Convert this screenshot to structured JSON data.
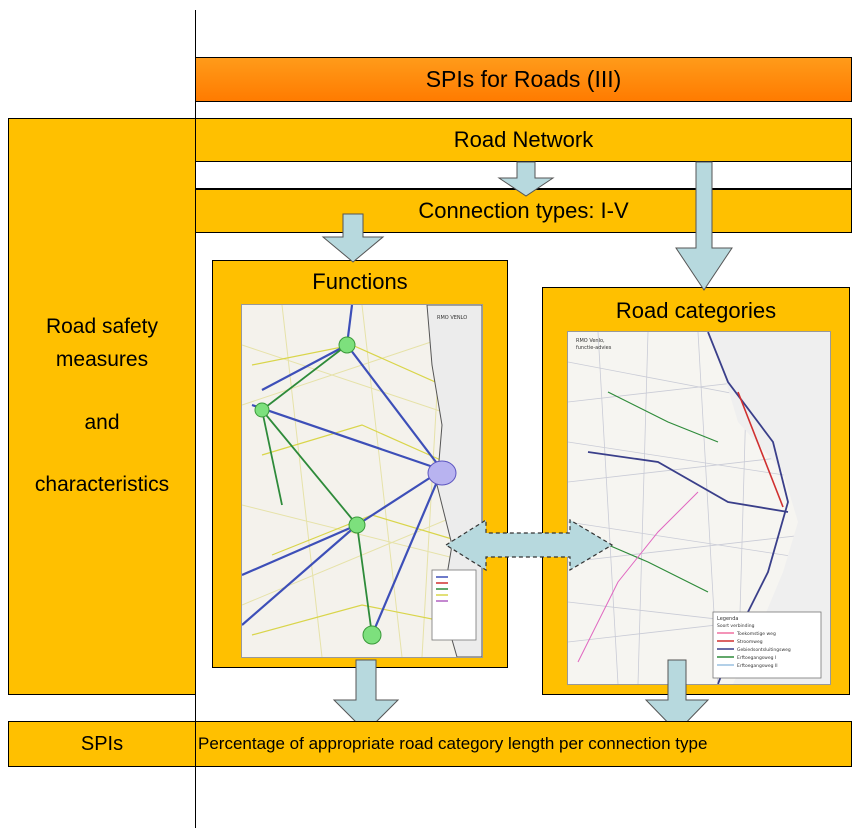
{
  "title": "SPIs for Roads (III)",
  "left_label": {
    "line1": "Road safety",
    "line2": "measures",
    "line3": "and",
    "line4": "characteristics"
  },
  "bands": {
    "road_network": "Road Network",
    "connection_types": "Connection types: I-V"
  },
  "panels": {
    "functions": {
      "title": "Functions",
      "map_caption": "RMO VENLO"
    },
    "road_categories": {
      "title": "Road categories",
      "map_caption_1": "RMO Venlo,",
      "map_caption_2": "functie-advies",
      "legend": {
        "title": "Legenda",
        "subtitle": "Soort verbinding",
        "items": [
          "Toekomstige weg",
          "Stroomweg",
          "Gebiedsontsluitingsweg",
          "Erftoegangsweg I",
          "Erftoegangsweg II"
        ]
      }
    }
  },
  "spis": {
    "label": "SPIs",
    "text": "Percentage of appropriate road category length per connection type"
  },
  "colors": {
    "gold": "#FFC000",
    "orange": "#FF8C00",
    "arrow": "#B7D9DE"
  }
}
